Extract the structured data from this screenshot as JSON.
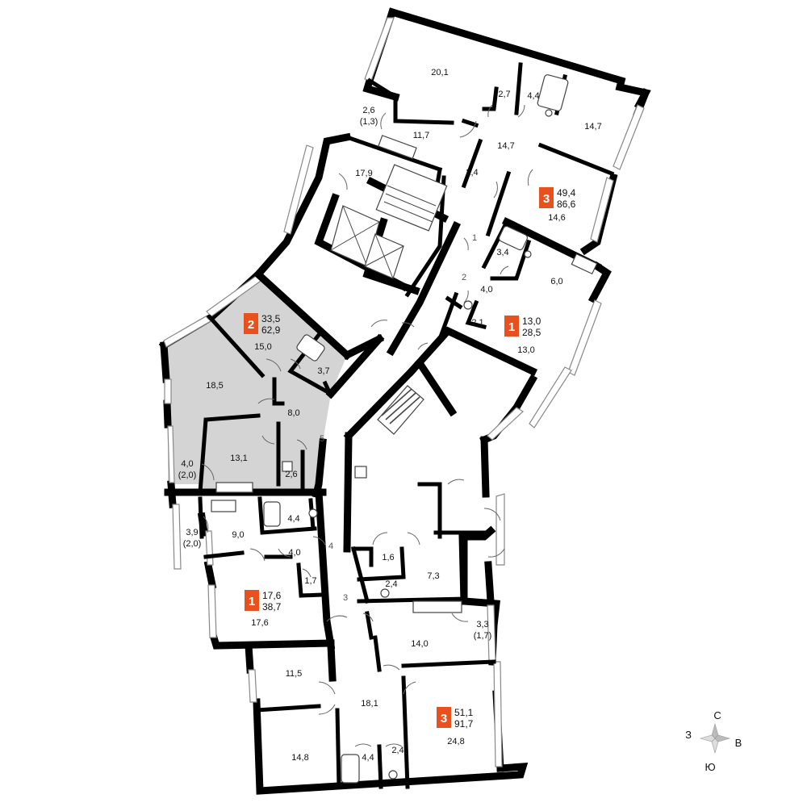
{
  "colors": {
    "badge": "#e8501e",
    "selected_apartment": "#d4d4d4",
    "walls": "#000000"
  },
  "rooms": [
    "20,1",
    "2,6",
    "(1,3)",
    "11,7",
    "2,7",
    "4,4",
    "14,7",
    "14,7",
    "2,4",
    "17,9",
    "3,4",
    "6,0",
    "4,0",
    "2,1",
    "13,0",
    "14,6",
    "15,0",
    "3,7",
    "18,5",
    "8,0",
    "13,1",
    "2,6",
    "4,0",
    "(2,0)",
    "4,4",
    "9,0",
    "3,9",
    "(2,0)",
    "4,0",
    "1,7",
    "17,6",
    "1,6",
    "7,3",
    "2,4",
    "14,0",
    "3,3",
    "(1,7)",
    "11,5",
    "18,1",
    "14,8",
    "4,4",
    "2,4",
    "24,8"
  ],
  "corridor_markers": [
    "1",
    "2",
    "3",
    "4",
    "5"
  ],
  "apartments": [
    {
      "rooms": "3",
      "area_living": "49,4",
      "area_total": "86,6"
    },
    {
      "rooms": "2",
      "area_living": "33,5",
      "area_total": "62,9"
    },
    {
      "rooms": "1",
      "area_living": "13,0",
      "area_total": "28,5"
    },
    {
      "rooms": "1",
      "area_living": "17,6",
      "area_total": "38,7"
    },
    {
      "rooms": "3",
      "area_living": "51,1",
      "area_total": "91,7"
    }
  ],
  "compass": {
    "north": "С",
    "south": "Ю",
    "west": "З",
    "east": "В"
  }
}
